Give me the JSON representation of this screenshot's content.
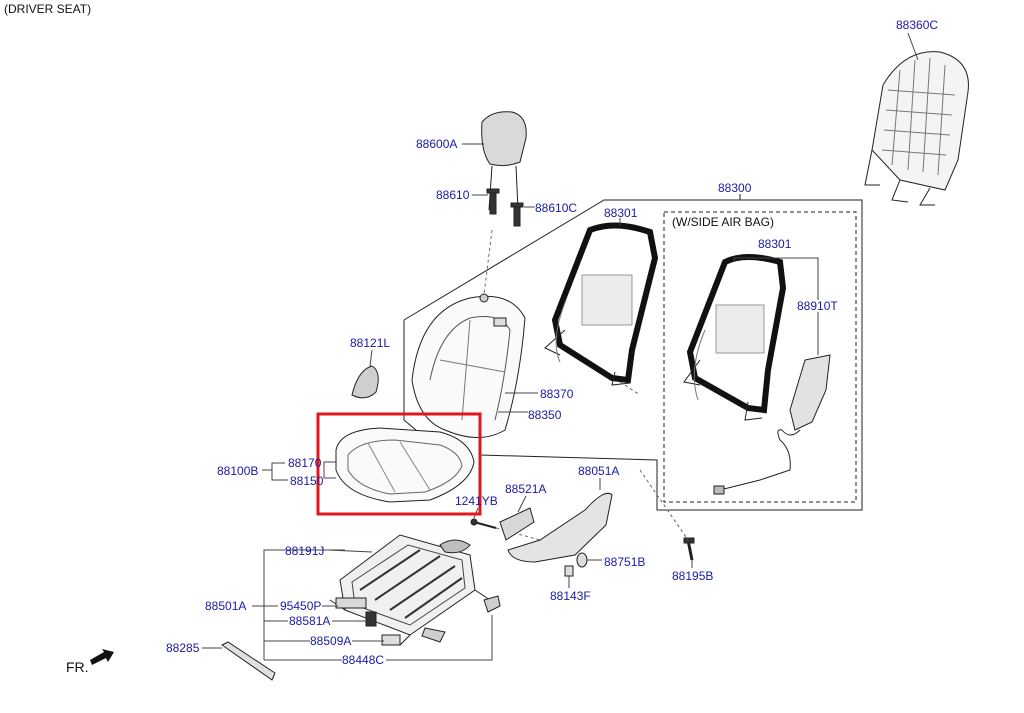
{
  "header": {
    "title": "(DRIVER SEAT)"
  },
  "note": {
    "side_air_bag": "(W/SIDE AIR BAG)"
  },
  "direction": {
    "label": "FR."
  },
  "colors": {
    "part_label": "#1a1aa6",
    "line": "#111111",
    "highlight": "#e0161b"
  },
  "parts": {
    "p88360C": "88360C",
    "p88600A": "88600A",
    "p88610": "88610",
    "p88610C": "88610C",
    "p88300": "88300",
    "p88301_main": "88301",
    "p88301_airbag": "88301",
    "p88910T": "88910T",
    "p88121L": "88121L",
    "p88370": "88370",
    "p88350": "88350",
    "p88100B": "88100B",
    "p88170": "88170",
    "p88150": "88150",
    "p1241YB": "1241YB",
    "p88521A": "88521A",
    "p88051A": "88051A",
    "p88191J": "88191J",
    "p88751B": "88751B",
    "p88195B": "88195B",
    "p88143F": "88143F",
    "p88501A": "88501A",
    "p95450P": "95450P",
    "p88581A": "88581A",
    "p88509A": "88509A",
    "p88285": "88285",
    "p88448C": "88448C"
  }
}
